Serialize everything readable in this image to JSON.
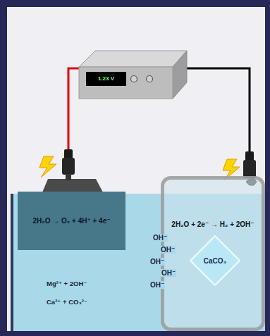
{
  "diagram": {
    "nodes": [
      {
        "text": [
          "1.23 V"
        ]
      },
      {
        "text": [
          "2H₂O → O₂ + 4H⁺ + 4e⁻"
        ]
      },
      {
        "text": [
          "2H₂O + 2e⁻ → H₂ + 2OH⁻"
        ]
      },
      {
        "text": [
          "CaCO₃"
        ],
        "in": 2
      }
    ],
    "edges": [
      {
        "from": 0,
        "to": 1,
        "arrow": "none"
      },
      {
        "from": 0,
        "to": 2,
        "arrow": "none"
      }
    ],
    "labels": [
      "OH⁻",
      "OH⁻",
      "OH⁻",
      "OH⁻",
      "OH⁻",
      "Mg²⁺ + 2OH⁻",
      "Ca²⁺ + CO₃²⁻"
    ]
  }
}
